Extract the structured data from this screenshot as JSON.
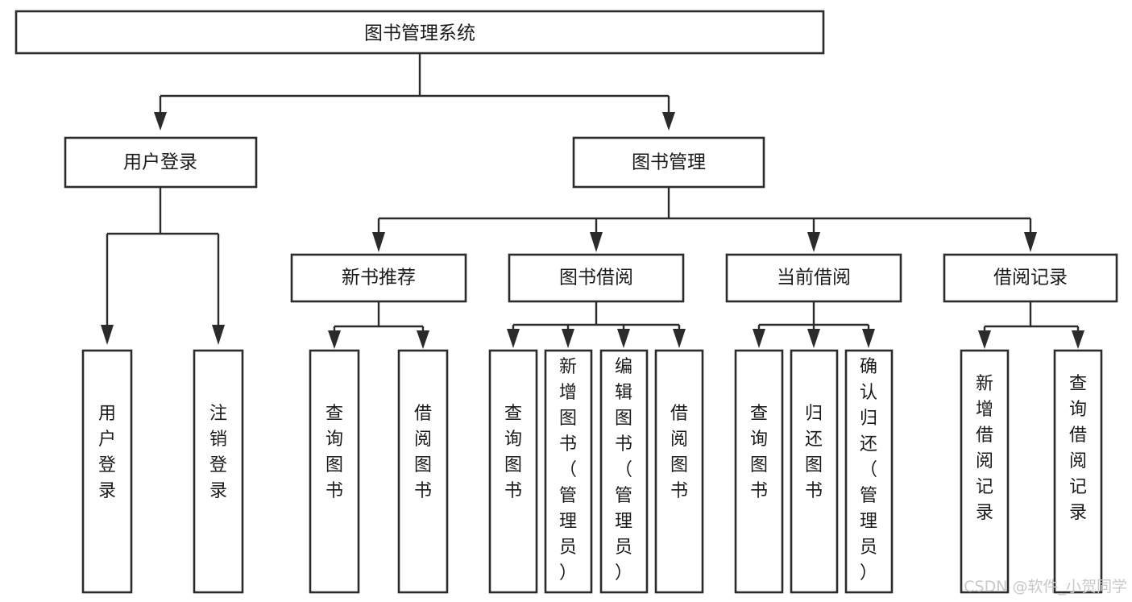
{
  "diagram": {
    "type": "tree-hierarchy",
    "orientation": "top-down",
    "root": {
      "id": "root",
      "label": "图书管理系统"
    },
    "level2": [
      {
        "id": "user-login",
        "label": "用户登录"
      },
      {
        "id": "book-manage",
        "label": "图书管理"
      }
    ],
    "level3": [
      {
        "id": "new-book-rec",
        "label": "新书推荐",
        "parent": "book-manage"
      },
      {
        "id": "book-borrow",
        "label": "图书借阅",
        "parent": "book-manage"
      },
      {
        "id": "current-borrow",
        "label": "当前借阅",
        "parent": "book-manage"
      },
      {
        "id": "borrow-record",
        "label": "借阅记录",
        "parent": "book-manage"
      }
    ],
    "leaves": [
      {
        "id": "leaf-user-login",
        "label": "用户登录",
        "parent": "user-login"
      },
      {
        "id": "leaf-user-logout",
        "label": "注销登录",
        "parent": "user-login"
      },
      {
        "id": "leaf-query-book-1",
        "label": "查询图书",
        "parent": "new-book-rec"
      },
      {
        "id": "leaf-borrow-book-1",
        "label": "借阅图书",
        "parent": "new-book-rec"
      },
      {
        "id": "leaf-query-book-2",
        "label": "查询图书",
        "parent": "book-borrow"
      },
      {
        "id": "leaf-add-book",
        "label": "新增图书（管理员）",
        "parent": "book-borrow"
      },
      {
        "id": "leaf-edit-book",
        "label": "编辑图书（管理员）",
        "parent": "book-borrow"
      },
      {
        "id": "leaf-borrow-book-2",
        "label": "借阅图书",
        "parent": "book-borrow"
      },
      {
        "id": "leaf-query-book-3",
        "label": "查询图书",
        "parent": "current-borrow"
      },
      {
        "id": "leaf-return-book",
        "label": "归还图书",
        "parent": "current-borrow"
      },
      {
        "id": "leaf-confirm-return",
        "label": "确认归还（管理员）",
        "parent": "current-borrow"
      },
      {
        "id": "leaf-add-record",
        "label": "新增借阅记录",
        "parent": "borrow-record"
      },
      {
        "id": "leaf-query-record",
        "label": "查询借阅记录",
        "parent": "borrow-record"
      }
    ]
  },
  "watermark": {
    "text": "CSDN @软件_小贺同学"
  },
  "colors": {
    "background": "#ffffff",
    "box_fill": "#ffffff",
    "box_stroke": "#2b2b2b",
    "connector": "#2b2b2b",
    "text": "#1a1a1a",
    "watermark": "#c9c9c9"
  }
}
